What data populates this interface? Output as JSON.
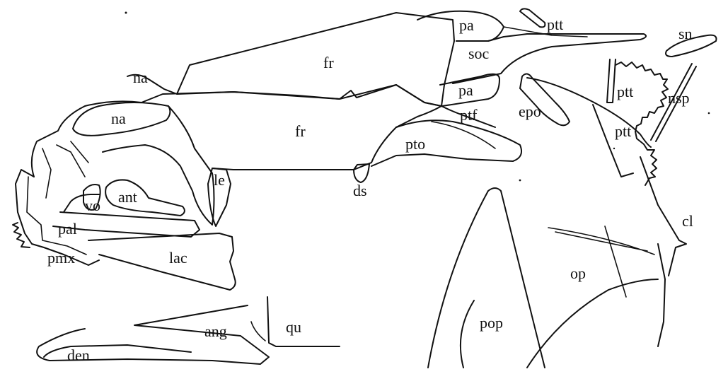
{
  "labels": {
    "pa_top": "pa",
    "ptt_top": "ptt",
    "sn": "sn",
    "soc": "soc",
    "fr_top": "fr",
    "na_top": "na",
    "na_mid": "na",
    "pa_mid": "pa",
    "ptt_mid": "ptt",
    "nsp": "nsp",
    "epo": "epo",
    "ptf": "ptf",
    "ptt_low": "ptt",
    "fr_mid": "fr",
    "pto": "pto",
    "le": "le",
    "ds": "ds",
    "ant": "ant",
    "vo": "vo",
    "cl": "cl",
    "pal": "pal",
    "pmx": "pmx",
    "lac": "lac",
    "op": "op",
    "ang": "ang",
    "qu": "qu",
    "pop": "pop",
    "den": "den"
  }
}
